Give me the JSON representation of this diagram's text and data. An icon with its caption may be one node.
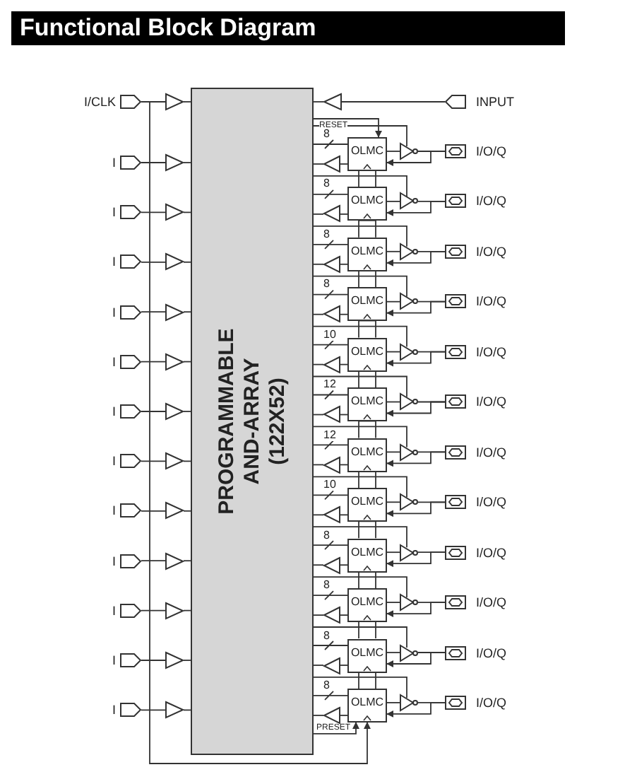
{
  "diagram": {
    "title": "Functional Block Diagram",
    "nodes": [
      {
        "text": [
          "I/CLK"
        ]
      },
      {
        "text": [
          "I"
        ]
      },
      {
        "text": [
          "I"
        ]
      },
      {
        "text": [
          "I"
        ]
      },
      {
        "text": [
          "I"
        ]
      },
      {
        "text": [
          "I"
        ]
      },
      {
        "text": [
          "I"
        ]
      },
      {
        "text": [
          "I"
        ]
      },
      {
        "text": [
          "I"
        ]
      },
      {
        "text": [
          "I"
        ]
      },
      {
        "text": [
          "I"
        ]
      },
      {
        "text": [
          "I"
        ]
      },
      {
        "text": [
          "I"
        ]
      },
      {
        "text": [],
        "shape": "triangle"
      },
      {
        "text": [],
        "shape": "triangle"
      },
      {
        "text": [],
        "shape": "triangle"
      },
      {
        "text": [],
        "shape": "triangle"
      },
      {
        "text": [],
        "shape": "triangle"
      },
      {
        "text": [],
        "shape": "triangle"
      },
      {
        "text": [],
        "shape": "triangle"
      },
      {
        "text": [],
        "shape": "triangle"
      },
      {
        "text": [],
        "shape": "triangle"
      },
      {
        "text": [],
        "shape": "triangle"
      },
      {
        "text": [],
        "shape": "triangle"
      },
      {
        "text": [],
        "shape": "triangle"
      },
      {
        "text": [],
        "shape": "triangle"
      },
      {
        "text": [
          "INPUT"
        ]
      },
      {
        "text": [],
        "shape": "triangle"
      },
      {
        "text": [
          "PROGRAMMABLE AND-ARRAY (122X52)"
        ]
      },
      {
        "text": [
          "OLMC"
        ]
      },
      {
        "text": [
          "OLMC"
        ]
      },
      {
        "text": [
          "OLMC"
        ]
      },
      {
        "text": [
          "OLMC"
        ]
      },
      {
        "text": [
          "OLMC"
        ]
      },
      {
        "text": [
          "OLMC"
        ]
      },
      {
        "text": [
          "OLMC"
        ]
      },
      {
        "text": [
          "OLMC"
        ]
      },
      {
        "text": [
          "OLMC"
        ]
      },
      {
        "text": [
          "OLMC"
        ]
      },
      {
        "text": [
          "OLMC"
        ]
      },
      {
        "text": [
          "OLMC"
        ]
      },
      {
        "text": [],
        "shape": "triangle"
      },
      {
        "text": [],
        "shape": "triangle"
      },
      {
        "text": [],
        "shape": "triangle"
      },
      {
        "text": [],
        "shape": "triangle"
      },
      {
        "text": [],
        "shape": "triangle"
      },
      {
        "text": [],
        "shape": "triangle"
      },
      {
        "text": [],
        "shape": "triangle"
      },
      {
        "text": [],
        "shape": "triangle"
      },
      {
        "text": [],
        "shape": "triangle"
      },
      {
        "text": [],
        "shape": "triangle"
      },
      {
        "text": [],
        "shape": "triangle"
      },
      {
        "text": [],
        "shape": "triangle"
      },
      {
        "text": [],
        "shape": "triangle"
      },
      {
        "text": [],
        "shape": "triangle"
      },
      {
        "text": [],
        "shape": "triangle"
      },
      {
        "text": [],
        "shape": "triangle"
      },
      {
        "text": [],
        "shape": "triangle"
      },
      {
        "text": [],
        "shape": "triangle"
      },
      {
        "text": [],
        "shape": "triangle"
      },
      {
        "text": [],
        "shape": "triangle"
      },
      {
        "text": [],
        "shape": "triangle"
      },
      {
        "text": [],
        "shape": "triangle"
      },
      {
        "text": [],
        "shape": "triangle"
      },
      {
        "text": [],
        "shape": "triangle"
      },
      {
        "text": [
          "I/O/Q"
        ]
      },
      {
        "text": [
          "I/O/Q"
        ]
      },
      {
        "text": [
          "I/O/Q"
        ]
      },
      {
        "text": [
          "I/O/Q"
        ]
      },
      {
        "text": [
          "I/O/Q"
        ]
      },
      {
        "text": [
          "I/O/Q"
        ]
      },
      {
        "text": [
          "I/O/Q"
        ]
      },
      {
        "text": [
          "I/O/Q"
        ]
      },
      {
        "text": [
          "I/O/Q"
        ]
      },
      {
        "text": [
          "I/O/Q"
        ]
      },
      {
        "text": [
          "I/O/Q"
        ]
      },
      {
        "text": [
          "I/O/Q"
        ]
      }
    ],
    "edges": [
      {
        "from": 0,
        "to": 13,
        "arrow": "none"
      },
      {
        "from": 1,
        "to": 14,
        "arrow": "none"
      },
      {
        "from": 2,
        "to": 15,
        "arrow": "none"
      },
      {
        "from": 3,
        "to": 16,
        "arrow": "none"
      },
      {
        "from": 4,
        "to": 17,
        "arrow": "none"
      },
      {
        "from": 5,
        "to": 18,
        "arrow": "none"
      },
      {
        "from": 6,
        "to": 19,
        "arrow": "none"
      },
      {
        "from": 7,
        "to": 20,
        "arrow": "none"
      },
      {
        "from": 8,
        "to": 21,
        "arrow": "none"
      },
      {
        "from": 9,
        "to": 22,
        "arrow": "none"
      },
      {
        "from": 10,
        "to": 23,
        "arrow": "none"
      },
      {
        "from": 11,
        "to": 24,
        "arrow": "none"
      },
      {
        "from": 12,
        "to": 25,
        "arrow": "none"
      },
      {
        "from": 13,
        "to": 28,
        "arrow": "none"
      },
      {
        "from": 14,
        "to": 28,
        "arrow": "none"
      },
      {
        "from": 15,
        "to": 28,
        "arrow": "none"
      },
      {
        "from": 16,
        "to": 28,
        "arrow": "none"
      },
      {
        "from": 17,
        "to": 28,
        "arrow": "none"
      },
      {
        "from": 18,
        "to": 28,
        "arrow": "none"
      },
      {
        "from": 19,
        "to": 28,
        "arrow": "none"
      },
      {
        "from": 20,
        "to": 28,
        "arrow": "none"
      },
      {
        "from": 21,
        "to": 28,
        "arrow": "none"
      },
      {
        "from": 22,
        "to": 28,
        "arrow": "none"
      },
      {
        "from": 23,
        "to": 28,
        "arrow": "none"
      },
      {
        "from": 24,
        "to": 28,
        "arrow": "none"
      },
      {
        "from": 25,
        "to": 28,
        "arrow": "none"
      },
      {
        "from": 0,
        "to": 40,
        "arrow": "to"
      },
      {
        "from": 26,
        "to": 27,
        "arrow": "none"
      },
      {
        "from": 27,
        "to": 28,
        "arrow": "none"
      },
      {
        "from": 28,
        "to": 29,
        "arrow": "to",
        "label": "RESET"
      },
      {
        "from": 28,
        "to": 40,
        "arrow": "to",
        "label": "PRESET"
      },
      {
        "from": 29,
        "to": 30,
        "arrow": "none"
      },
      {
        "from": 30,
        "to": 31,
        "arrow": "none"
      },
      {
        "from": 31,
        "to": 32,
        "arrow": "none"
      },
      {
        "from": 32,
        "to": 33,
        "arrow": "none"
      },
      {
        "from": 33,
        "to": 34,
        "arrow": "none"
      },
      {
        "from": 34,
        "to": 35,
        "arrow": "none"
      },
      {
        "from": 35,
        "to": 36,
        "arrow": "none"
      },
      {
        "from": 36,
        "to": 37,
        "arrow": "none"
      },
      {
        "from": 37,
        "to": 38,
        "arrow": "none"
      },
      {
        "from": 38,
        "to": 39,
        "arrow": "none"
      },
      {
        "from": 39,
        "to": 40,
        "arrow": "none"
      },
      {
        "from": 28,
        "to": 29,
        "arrow": "none",
        "label": "8"
      },
      {
        "from": 28,
        "to": 41,
        "arrow": "none"
      },
      {
        "from": 29,
        "to": 41,
        "arrow": "none"
      },
      {
        "from": 41,
        "to": 65,
        "arrow": "none"
      },
      {
        "from": 65,
        "to": 29,
        "arrow": "to"
      },
      {
        "from": 29,
        "to": 53,
        "arrow": "none"
      },
      {
        "from": 53,
        "to": 28,
        "arrow": "none"
      },
      {
        "from": 28,
        "to": 30,
        "arrow": "none",
        "label": "8"
      },
      {
        "from": 28,
        "to": 42,
        "arrow": "none"
      },
      {
        "from": 30,
        "to": 42,
        "arrow": "none"
      },
      {
        "from": 42,
        "to": 66,
        "arrow": "none"
      },
      {
        "from": 66,
        "to": 30,
        "arrow": "to"
      },
      {
        "from": 30,
        "to": 54,
        "arrow": "none"
      },
      {
        "from": 54,
        "to": 28,
        "arrow": "none"
      },
      {
        "from": 28,
        "to": 31,
        "arrow": "none",
        "label": "8"
      },
      {
        "from": 28,
        "to": 43,
        "arrow": "none"
      },
      {
        "from": 31,
        "to": 43,
        "arrow": "none"
      },
      {
        "from": 43,
        "to": 67,
        "arrow": "none"
      },
      {
        "from": 67,
        "to": 31,
        "arrow": "to"
      },
      {
        "from": 31,
        "to": 55,
        "arrow": "none"
      },
      {
        "from": 55,
        "to": 28,
        "arrow": "none"
      },
      {
        "from": 28,
        "to": 32,
        "arrow": "none",
        "label": "8"
      },
      {
        "from": 28,
        "to": 44,
        "arrow": "none"
      },
      {
        "from": 32,
        "to": 44,
        "arrow": "none"
      },
      {
        "from": 44,
        "to": 68,
        "arrow": "none"
      },
      {
        "from": 68,
        "to": 32,
        "arrow": "to"
      },
      {
        "from": 32,
        "to": 56,
        "arrow": "none"
      },
      {
        "from": 56,
        "to": 28,
        "arrow": "none"
      },
      {
        "from": 28,
        "to": 33,
        "arrow": "none",
        "label": "10"
      },
      {
        "from": 28,
        "to": 45,
        "arrow": "none"
      },
      {
        "from": 33,
        "to": 45,
        "arrow": "none"
      },
      {
        "from": 45,
        "to": 69,
        "arrow": "none"
      },
      {
        "from": 69,
        "to": 33,
        "arrow": "to"
      },
      {
        "from": 33,
        "to": 57,
        "arrow": "none"
      },
      {
        "from": 57,
        "to": 28,
        "arrow": "none"
      },
      {
        "from": 28,
        "to": 34,
        "arrow": "none",
        "label": "12"
      },
      {
        "from": 28,
        "to": 46,
        "arrow": "none"
      },
      {
        "from": 34,
        "to": 46,
        "arrow": "none"
      },
      {
        "from": 46,
        "to": 70,
        "arrow": "none"
      },
      {
        "from": 70,
        "to": 34,
        "arrow": "to"
      },
      {
        "from": 34,
        "to": 58,
        "arrow": "none"
      },
      {
        "from": 58,
        "to": 28,
        "arrow": "none"
      },
      {
        "from": 28,
        "to": 35,
        "arrow": "none",
        "label": "12"
      },
      {
        "from": 28,
        "to": 47,
        "arrow": "none"
      },
      {
        "from": 35,
        "to": 47,
        "arrow": "none"
      },
      {
        "from": 47,
        "to": 71,
        "arrow": "none"
      },
      {
        "from": 71,
        "to": 35,
        "arrow": "to"
      },
      {
        "from": 35,
        "to": 59,
        "arrow": "none"
      },
      {
        "from": 59,
        "to": 28,
        "arrow": "none"
      },
      {
        "from": 28,
        "to": 36,
        "arrow": "none",
        "label": "10"
      },
      {
        "from": 28,
        "to": 48,
        "arrow": "none"
      },
      {
        "from": 36,
        "to": 48,
        "arrow": "none"
      },
      {
        "from": 48,
        "to": 72,
        "arrow": "none"
      },
      {
        "from": 72,
        "to": 36,
        "arrow": "to"
      },
      {
        "from": 36,
        "to": 60,
        "arrow": "none"
      },
      {
        "from": 60,
        "to": 28,
        "arrow": "none"
      },
      {
        "from": 28,
        "to": 37,
        "arrow": "none",
        "label": "8"
      },
      {
        "from": 28,
        "to": 49,
        "arrow": "none"
      },
      {
        "from": 37,
        "to": 49,
        "arrow": "none"
      },
      {
        "from": 49,
        "to": 73,
        "arrow": "none"
      },
      {
        "from": 73,
        "to": 37,
        "arrow": "to"
      },
      {
        "from": 37,
        "to": 61,
        "arrow": "none"
      },
      {
        "from": 61,
        "to": 28,
        "arrow": "none"
      },
      {
        "from": 28,
        "to": 38,
        "arrow": "none",
        "label": "8"
      },
      {
        "from": 28,
        "to": 50,
        "arrow": "none"
      },
      {
        "from": 38,
        "to": 50,
        "arrow": "none"
      },
      {
        "from": 50,
        "to": 74,
        "arrow": "none"
      },
      {
        "from": 74,
        "to": 38,
        "arrow": "to"
      },
      {
        "from": 38,
        "to": 62,
        "arrow": "none"
      },
      {
        "from": 62,
        "to": 28,
        "arrow": "none"
      },
      {
        "from": 28,
        "to": 39,
        "arrow": "none",
        "label": "8"
      },
      {
        "from": 28,
        "to": 51,
        "arrow": "none"
      },
      {
        "from": 39,
        "to": 51,
        "arrow": "none"
      },
      {
        "from": 51,
        "to": 75,
        "arrow": "none"
      },
      {
        "from": 75,
        "to": 39,
        "arrow": "to"
      },
      {
        "from": 39,
        "to": 63,
        "arrow": "none"
      },
      {
        "from": 63,
        "to": 28,
        "arrow": "none"
      },
      {
        "from": 28,
        "to": 40,
        "arrow": "none",
        "label": "8"
      },
      {
        "from": 28,
        "to": 52,
        "arrow": "none"
      },
      {
        "from": 40,
        "to": 52,
        "arrow": "none"
      },
      {
        "from": 52,
        "to": 76,
        "arrow": "none"
      },
      {
        "from": 76,
        "to": 40,
        "arrow": "to"
      },
      {
        "from": 40,
        "to": 64,
        "arrow": "none"
      },
      {
        "from": 64,
        "to": 28,
        "arrow": "none"
      }
    ]
  }
}
